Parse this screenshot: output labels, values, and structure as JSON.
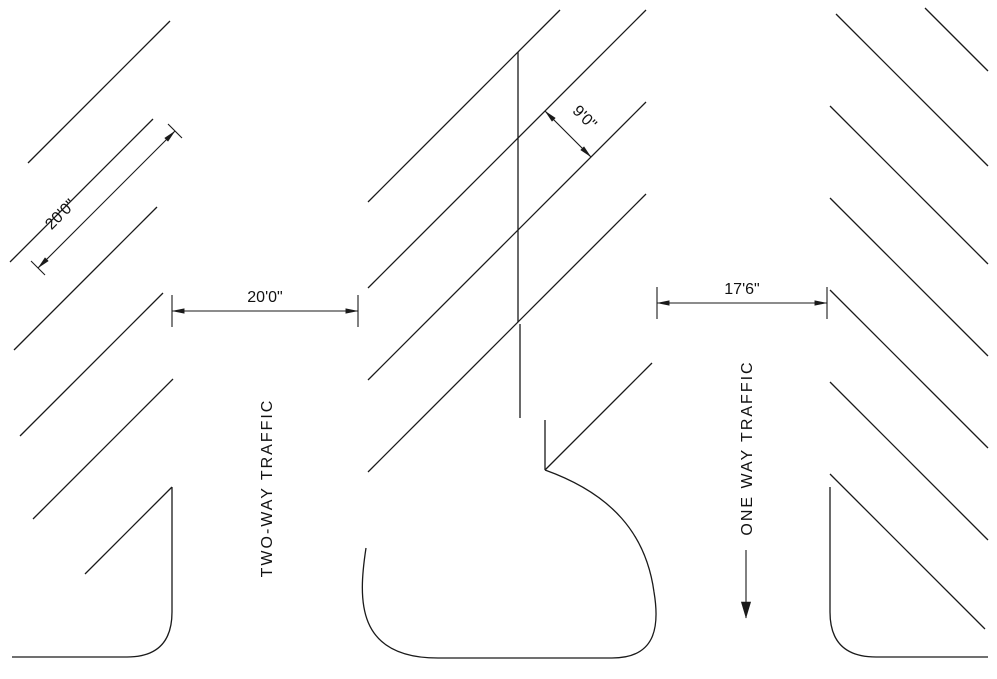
{
  "diagram": {
    "type": "parking-lot-layout-detail",
    "background_color": "#ffffff",
    "line_color": "#1a1a1a",
    "labels": {
      "stall_depth": "20'0\"",
      "aisle_two_way": "20'0\"",
      "stall_width": "9'0\"",
      "aisle_one_way": "17'6\"",
      "traffic_two_way": "TWO-WAY TRAFFIC",
      "traffic_one_way": "ONE WAY TRAFFIC"
    }
  }
}
